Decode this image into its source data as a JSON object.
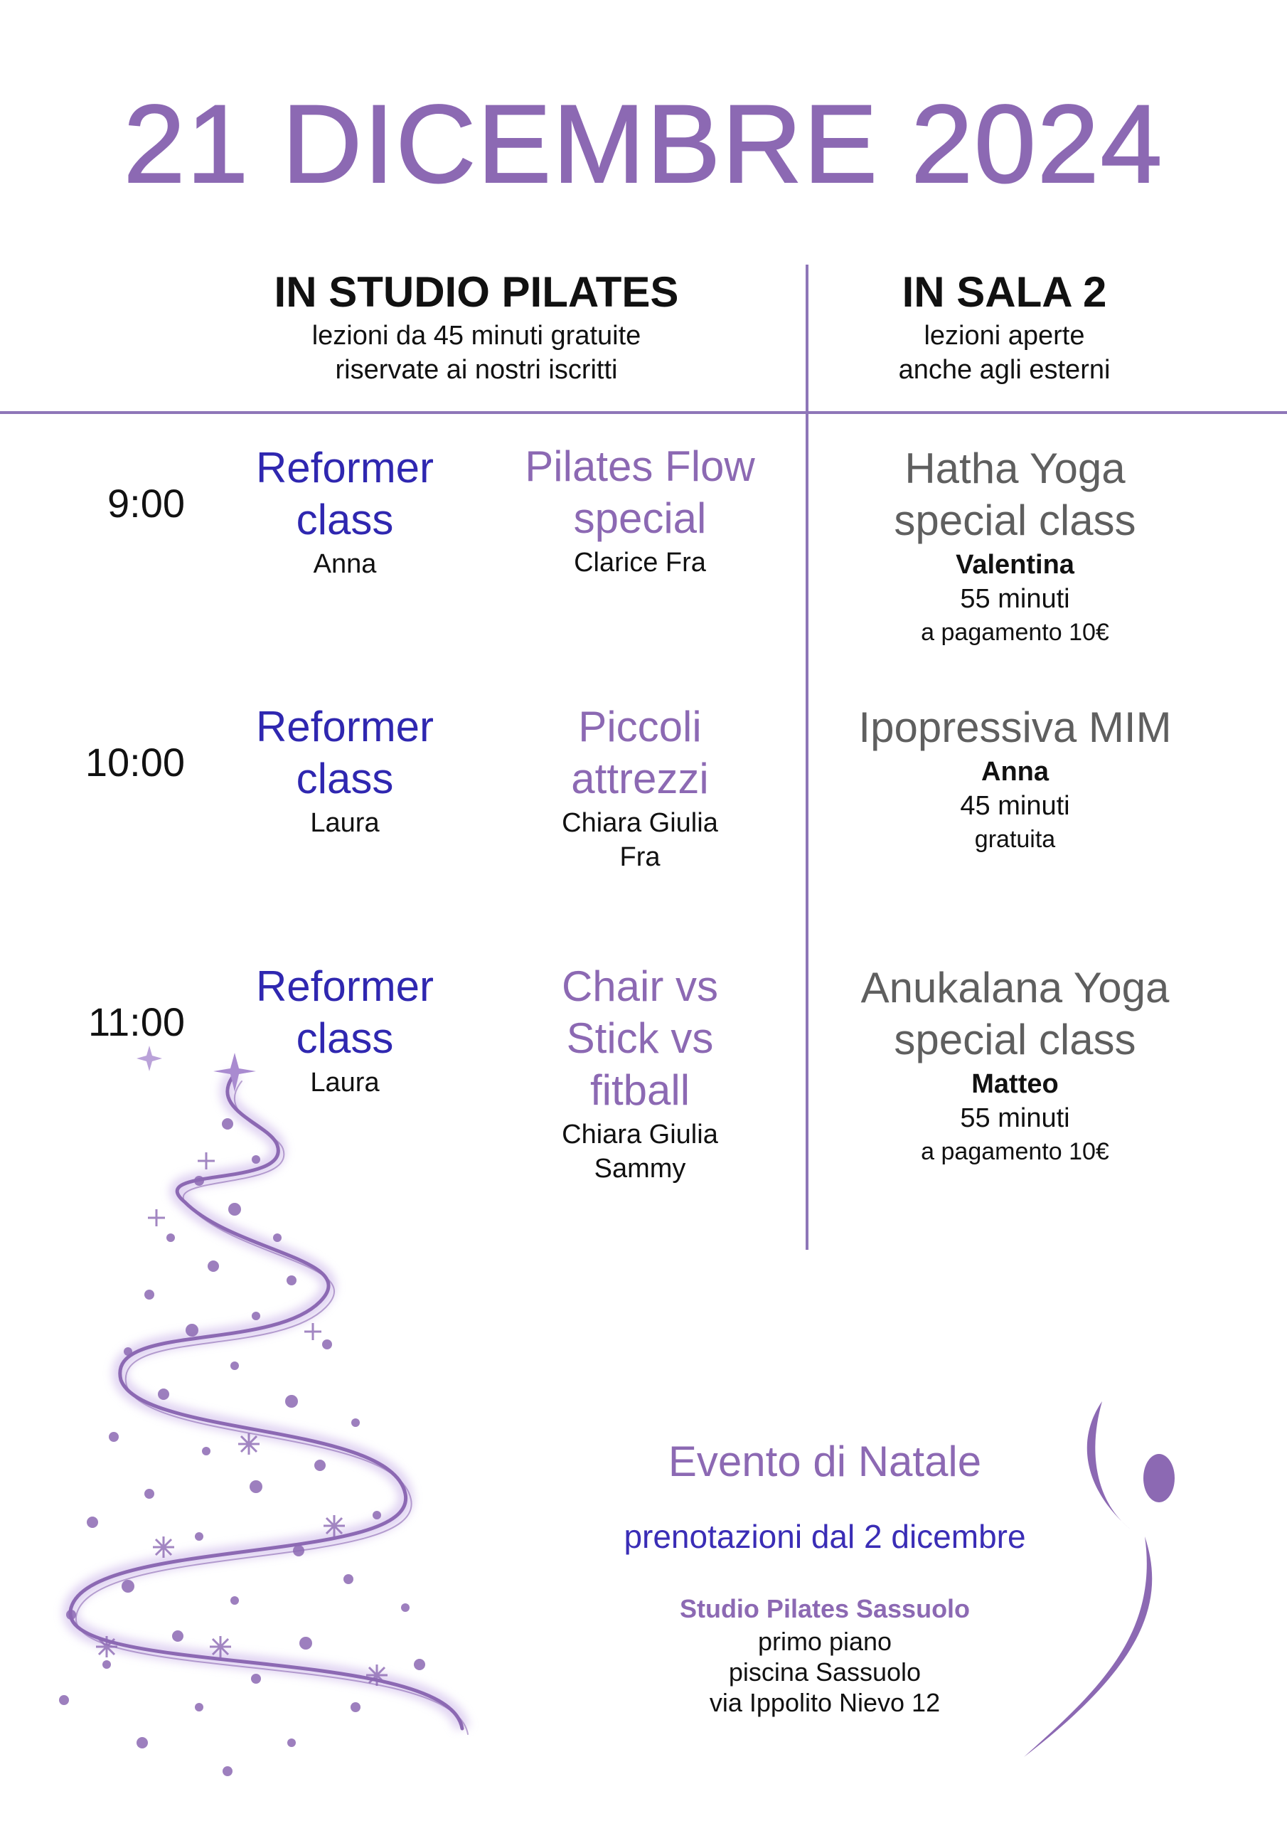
{
  "title": "21 DICEMBRE 2024",
  "columns": {
    "studio": {
      "heading": "IN STUDIO PILATES",
      "sub1": "lezioni da 45 minuti gratuite",
      "sub2": "riservate ai nostri iscritti"
    },
    "sala": {
      "heading": "IN SALA 2",
      "sub1": "lezioni aperte",
      "sub2": "anche agli esterni"
    }
  },
  "schedule": [
    {
      "time": "9:00",
      "reformer": {
        "line1": "Reformer",
        "line2": "class",
        "instructor": "Anna"
      },
      "pilates": {
        "line1": "Pilates Flow",
        "line2": "special",
        "instructor": "Clarice Fra"
      },
      "sala": {
        "line1": "Hatha Yoga",
        "line2": "special class",
        "instructor": "Valentina",
        "duration": "55 minuti",
        "price": "a pagamento 10€"
      }
    },
    {
      "time": "10:00",
      "reformer": {
        "line1": "Reformer",
        "line2": "class",
        "instructor": "Laura"
      },
      "pilates": {
        "line1": "Piccoli",
        "line2": "attrezzi",
        "instructor1": "Chiara Giulia",
        "instructor2": "Fra"
      },
      "sala": {
        "line1": "Ipopressiva MIM",
        "instructor": "Anna",
        "duration": "45 minuti",
        "price": "gratuita"
      }
    },
    {
      "time": "11:00",
      "reformer": {
        "line1": "Reformer",
        "line2": "class",
        "instructor": "Laura"
      },
      "pilates": {
        "line1": "Chair vs",
        "line2": "Stick vs",
        "line3": "fitball",
        "instructor1": "Chiara Giulia",
        "instructor2": "Sammy"
      },
      "sala": {
        "line1": "Anukalana Yoga",
        "line2": "special class",
        "instructor": "Matteo",
        "duration": "55 minuti",
        "price": "a pagamento 10€"
      }
    }
  ],
  "event": {
    "title": "Evento di Natale",
    "booking": "prenotazioni dal 2 dicembre",
    "studio": "Studio Pilates Sassuolo",
    "address1": "primo piano",
    "address2": "piscina Sassuolo",
    "address3": "via Ippolito Nievo 12"
  },
  "icons": [
    "christmas-tree-illustration",
    "studio-logo-figure"
  ],
  "colors": {
    "accent": "#8c69b3",
    "blue": "#2f27b0",
    "gray": "#5f5f5f",
    "line": "#8e76b8"
  }
}
